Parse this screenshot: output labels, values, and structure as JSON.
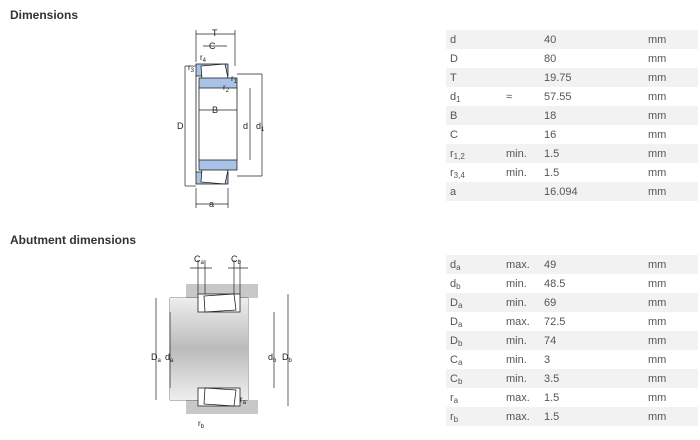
{
  "sections": {
    "dimensions_title": "Dimensions",
    "abutment_title": "Abutment dimensions"
  },
  "colors": {
    "accent_blue": "#a9c3e8",
    "gray": "#c8c8c8",
    "row_alt": "#f2f2f2"
  },
  "dimensions": [
    {
      "sym": "d",
      "sub": "",
      "qual": "",
      "val": "40",
      "unit": "mm"
    },
    {
      "sym": "D",
      "sub": "",
      "qual": "",
      "val": "80",
      "unit": "mm"
    },
    {
      "sym": "T",
      "sub": "",
      "qual": "",
      "val": "19.75",
      "unit": "mm"
    },
    {
      "sym": "d",
      "sub": "1",
      "qual": "≈",
      "val": "57.55",
      "unit": "mm"
    },
    {
      "sym": "B",
      "sub": "",
      "qual": "",
      "val": "18",
      "unit": "mm"
    },
    {
      "sym": "C",
      "sub": "",
      "qual": "",
      "val": "16",
      "unit": "mm"
    },
    {
      "sym": "r",
      "sub": "1,2",
      "qual": "min.",
      "val": "1.5",
      "unit": "mm"
    },
    {
      "sym": "r",
      "sub": "3,4",
      "qual": "min.",
      "val": "1.5",
      "unit": "mm"
    },
    {
      "sym": "a",
      "sub": "",
      "qual": "",
      "val": "16.094",
      "unit": "mm"
    }
  ],
  "abutment": [
    {
      "sym": "d",
      "sub": "a",
      "qual": "max.",
      "val": "49",
      "unit": "mm"
    },
    {
      "sym": "d",
      "sub": "b",
      "qual": "min.",
      "val": "48.5",
      "unit": "mm"
    },
    {
      "sym": "D",
      "sub": "a",
      "qual": "min.",
      "val": "69",
      "unit": "mm"
    },
    {
      "sym": "D",
      "sub": "a",
      "qual": "max.",
      "val": "72.5",
      "unit": "mm"
    },
    {
      "sym": "D",
      "sub": "b",
      "qual": "min.",
      "val": "74",
      "unit": "mm"
    },
    {
      "sym": "C",
      "sub": "a",
      "qual": "min.",
      "val": "3",
      "unit": "mm"
    },
    {
      "sym": "C",
      "sub": "b",
      "qual": "min.",
      "val": "3.5",
      "unit": "mm"
    },
    {
      "sym": "r",
      "sub": "a",
      "qual": "max.",
      "val": "1.5",
      "unit": "mm"
    },
    {
      "sym": "r",
      "sub": "b",
      "qual": "max.",
      "val": "1.5",
      "unit": "mm"
    }
  ],
  "drawing1_labels": {
    "T": "T",
    "C": "C",
    "r4": "r",
    "r4s": "4",
    "r3": "r",
    "r3s": "3",
    "r1": "r",
    "r1s": "1",
    "r2": "r",
    "r2s": "2",
    "B": "B",
    "D": "D",
    "d": "d",
    "d1": "d",
    "d1s": "1",
    "a": "a"
  },
  "drawing2_labels": {
    "Ca": "C",
    "Cas": "a",
    "Cb": "C",
    "Cbs": "b",
    "Da": "D",
    "Das": "a",
    "da": "d",
    "das": "a",
    "db": "d",
    "dbs": "b",
    "Db": "D",
    "Dbs": "b",
    "ra": "r",
    "ras": "a",
    "rb": "r",
    "rbs": "b"
  }
}
